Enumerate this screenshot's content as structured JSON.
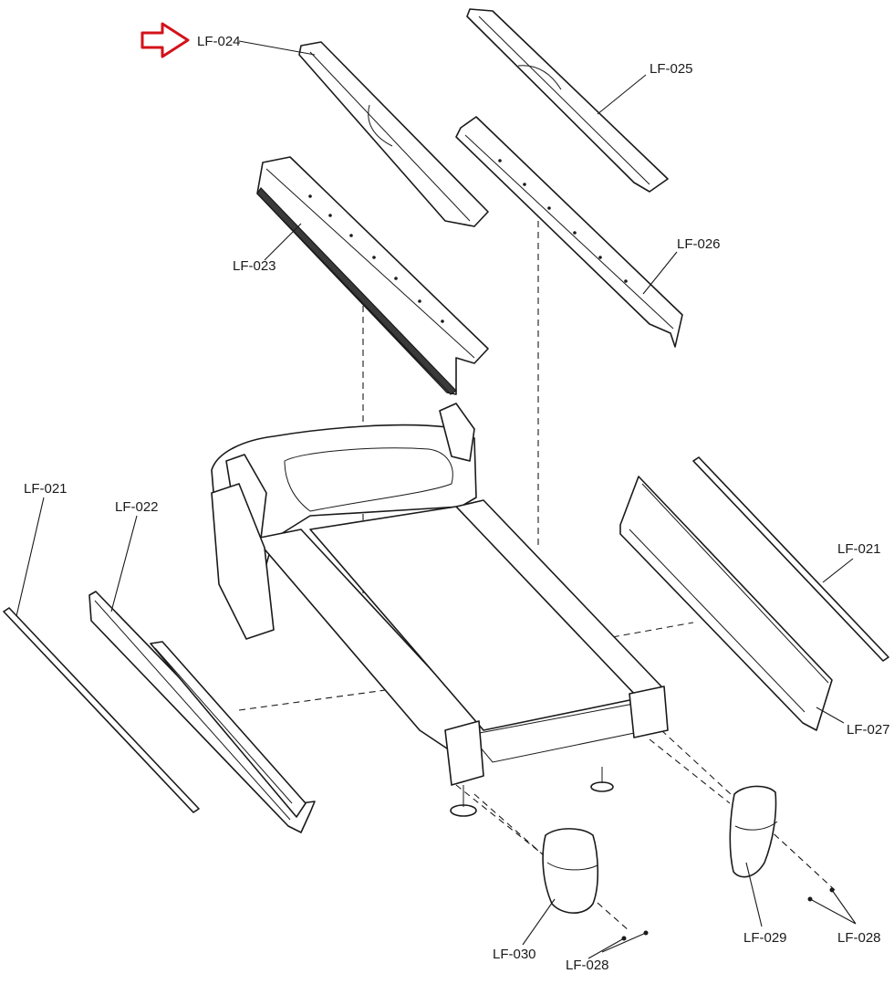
{
  "diagram": {
    "highlight_color": "#d3121a",
    "line_color": "#1a1a1a",
    "callouts": [
      {
        "id": "lf024",
        "text": "LF-024",
        "highlighted": true
      },
      {
        "id": "lf025",
        "text": "LF-025"
      },
      {
        "id": "lf023",
        "text": "LF-023"
      },
      {
        "id": "lf026",
        "text": "LF-026"
      },
      {
        "id": "lf021a",
        "text": "LF-021"
      },
      {
        "id": "lf022",
        "text": "LF-022"
      },
      {
        "id": "lf021b",
        "text": "LF-021"
      },
      {
        "id": "lf027",
        "text": "LF-027"
      },
      {
        "id": "lf030",
        "text": "LF-030"
      },
      {
        "id": "lf028a",
        "text": "LF-028"
      },
      {
        "id": "lf029",
        "text": "LF-029"
      },
      {
        "id": "lf028b",
        "text": "LF-028"
      }
    ]
  }
}
